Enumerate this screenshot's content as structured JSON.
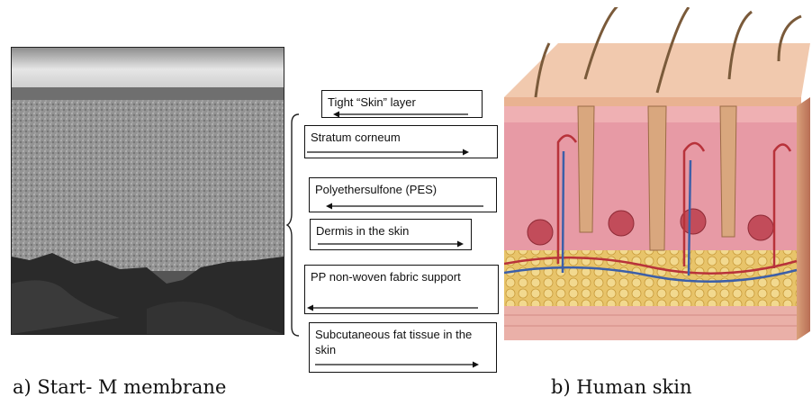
{
  "panel_a": {
    "caption": "a) Start- M membrane"
  },
  "panel_b": {
    "caption": "b) Human skin"
  },
  "labels": [
    {
      "text": "Tight “Skin” layer",
      "arrow": "left"
    },
    {
      "text": "Stratum corneum",
      "arrow": "right"
    },
    {
      "text": "Polyethersulfone (PES)",
      "arrow": "left"
    },
    {
      "text": "Dermis in the skin",
      "arrow": "right"
    },
    {
      "text": "PP non-woven fabric support",
      "arrow": "left"
    },
    {
      "text": "Subcutaneous fat tissue in the skin",
      "arrow": "right"
    }
  ],
  "colors": {
    "sem_dark": "#2a2a2a",
    "sem_light": "#bdbdbd",
    "epidermis": "#f1c9ae",
    "dermis": "#e79aa5",
    "fat": "#e8c46a",
    "vessel_red": "#b8323a",
    "vessel_blue": "#3d5fa8"
  }
}
